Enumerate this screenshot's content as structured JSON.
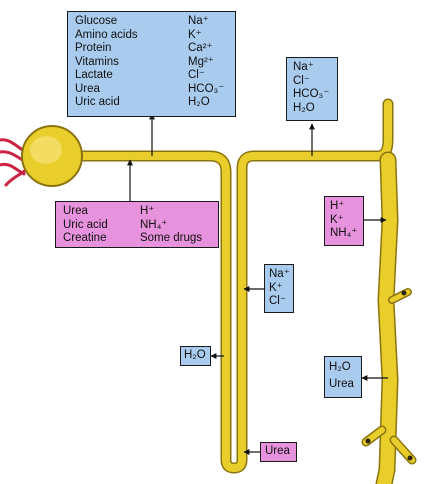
{
  "colors": {
    "tubule": "#e9cd2a",
    "tubule_outline": "#8a7410",
    "blue_box": "#a9ccee",
    "pink_box": "#e792dc",
    "vessel": "#cc2244"
  },
  "filtrate_box": {
    "col1": [
      "Glucose",
      "Amino acids",
      "Protein",
      "Vitamins",
      "Lactate",
      "Urea",
      "Uric acid"
    ],
    "col2": [
      "Na⁺",
      "K⁺",
      "Ca²⁺",
      "Mg²⁺",
      "Cl⁻",
      "HCO₃⁻",
      "H₂O"
    ]
  },
  "distal_reabsorb_box": [
    "Na⁺",
    "Cl⁻",
    "HCO₃⁻",
    "H₂O"
  ],
  "proximal_secrete_box": {
    "col1": [
      "Urea",
      "Uric acid",
      "Creatine"
    ],
    "col2": [
      "H⁺",
      "NH₄⁺",
      "Some drugs"
    ]
  },
  "collecting_secrete_box": [
    "H⁺",
    "K⁺",
    "NH₄⁺"
  ],
  "ascending_limb_box": [
    "Na⁺",
    "K⁺",
    "Cl⁻"
  ],
  "descending_limb_box": [
    "H₂O"
  ],
  "collecting_reabsorb_box": [
    "H₂O",
    "Urea"
  ],
  "loop_urea_box": [
    "Urea"
  ]
}
